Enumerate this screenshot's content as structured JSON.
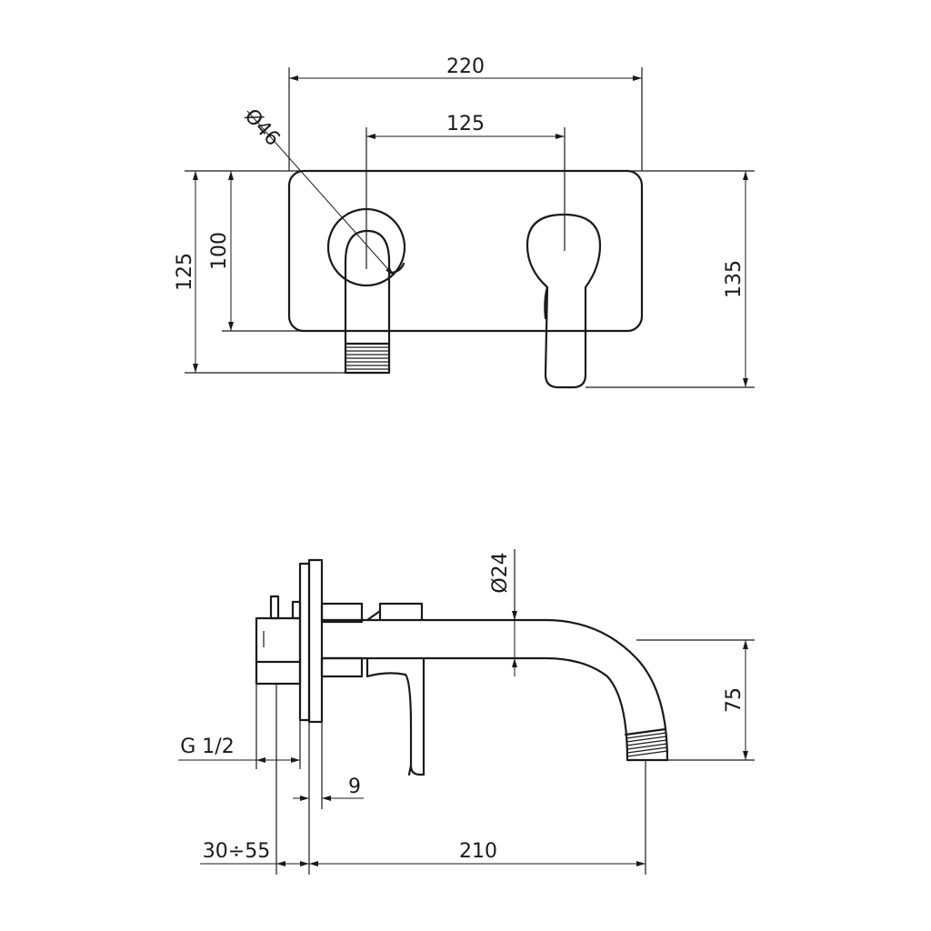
{
  "front_view": {
    "dim_width": "220",
    "dim_spacing": "125",
    "dim_diameter": "Ø46",
    "dim_height_left": "125",
    "dim_height_plate": "100",
    "dim_height_right": "135"
  },
  "side_view": {
    "dim_diameter": "Ø24",
    "dim_drop": "75",
    "dim_thread": "G 1/2",
    "dim_plate": "9",
    "dim_wall": "30÷55",
    "dim_reach": "210"
  }
}
